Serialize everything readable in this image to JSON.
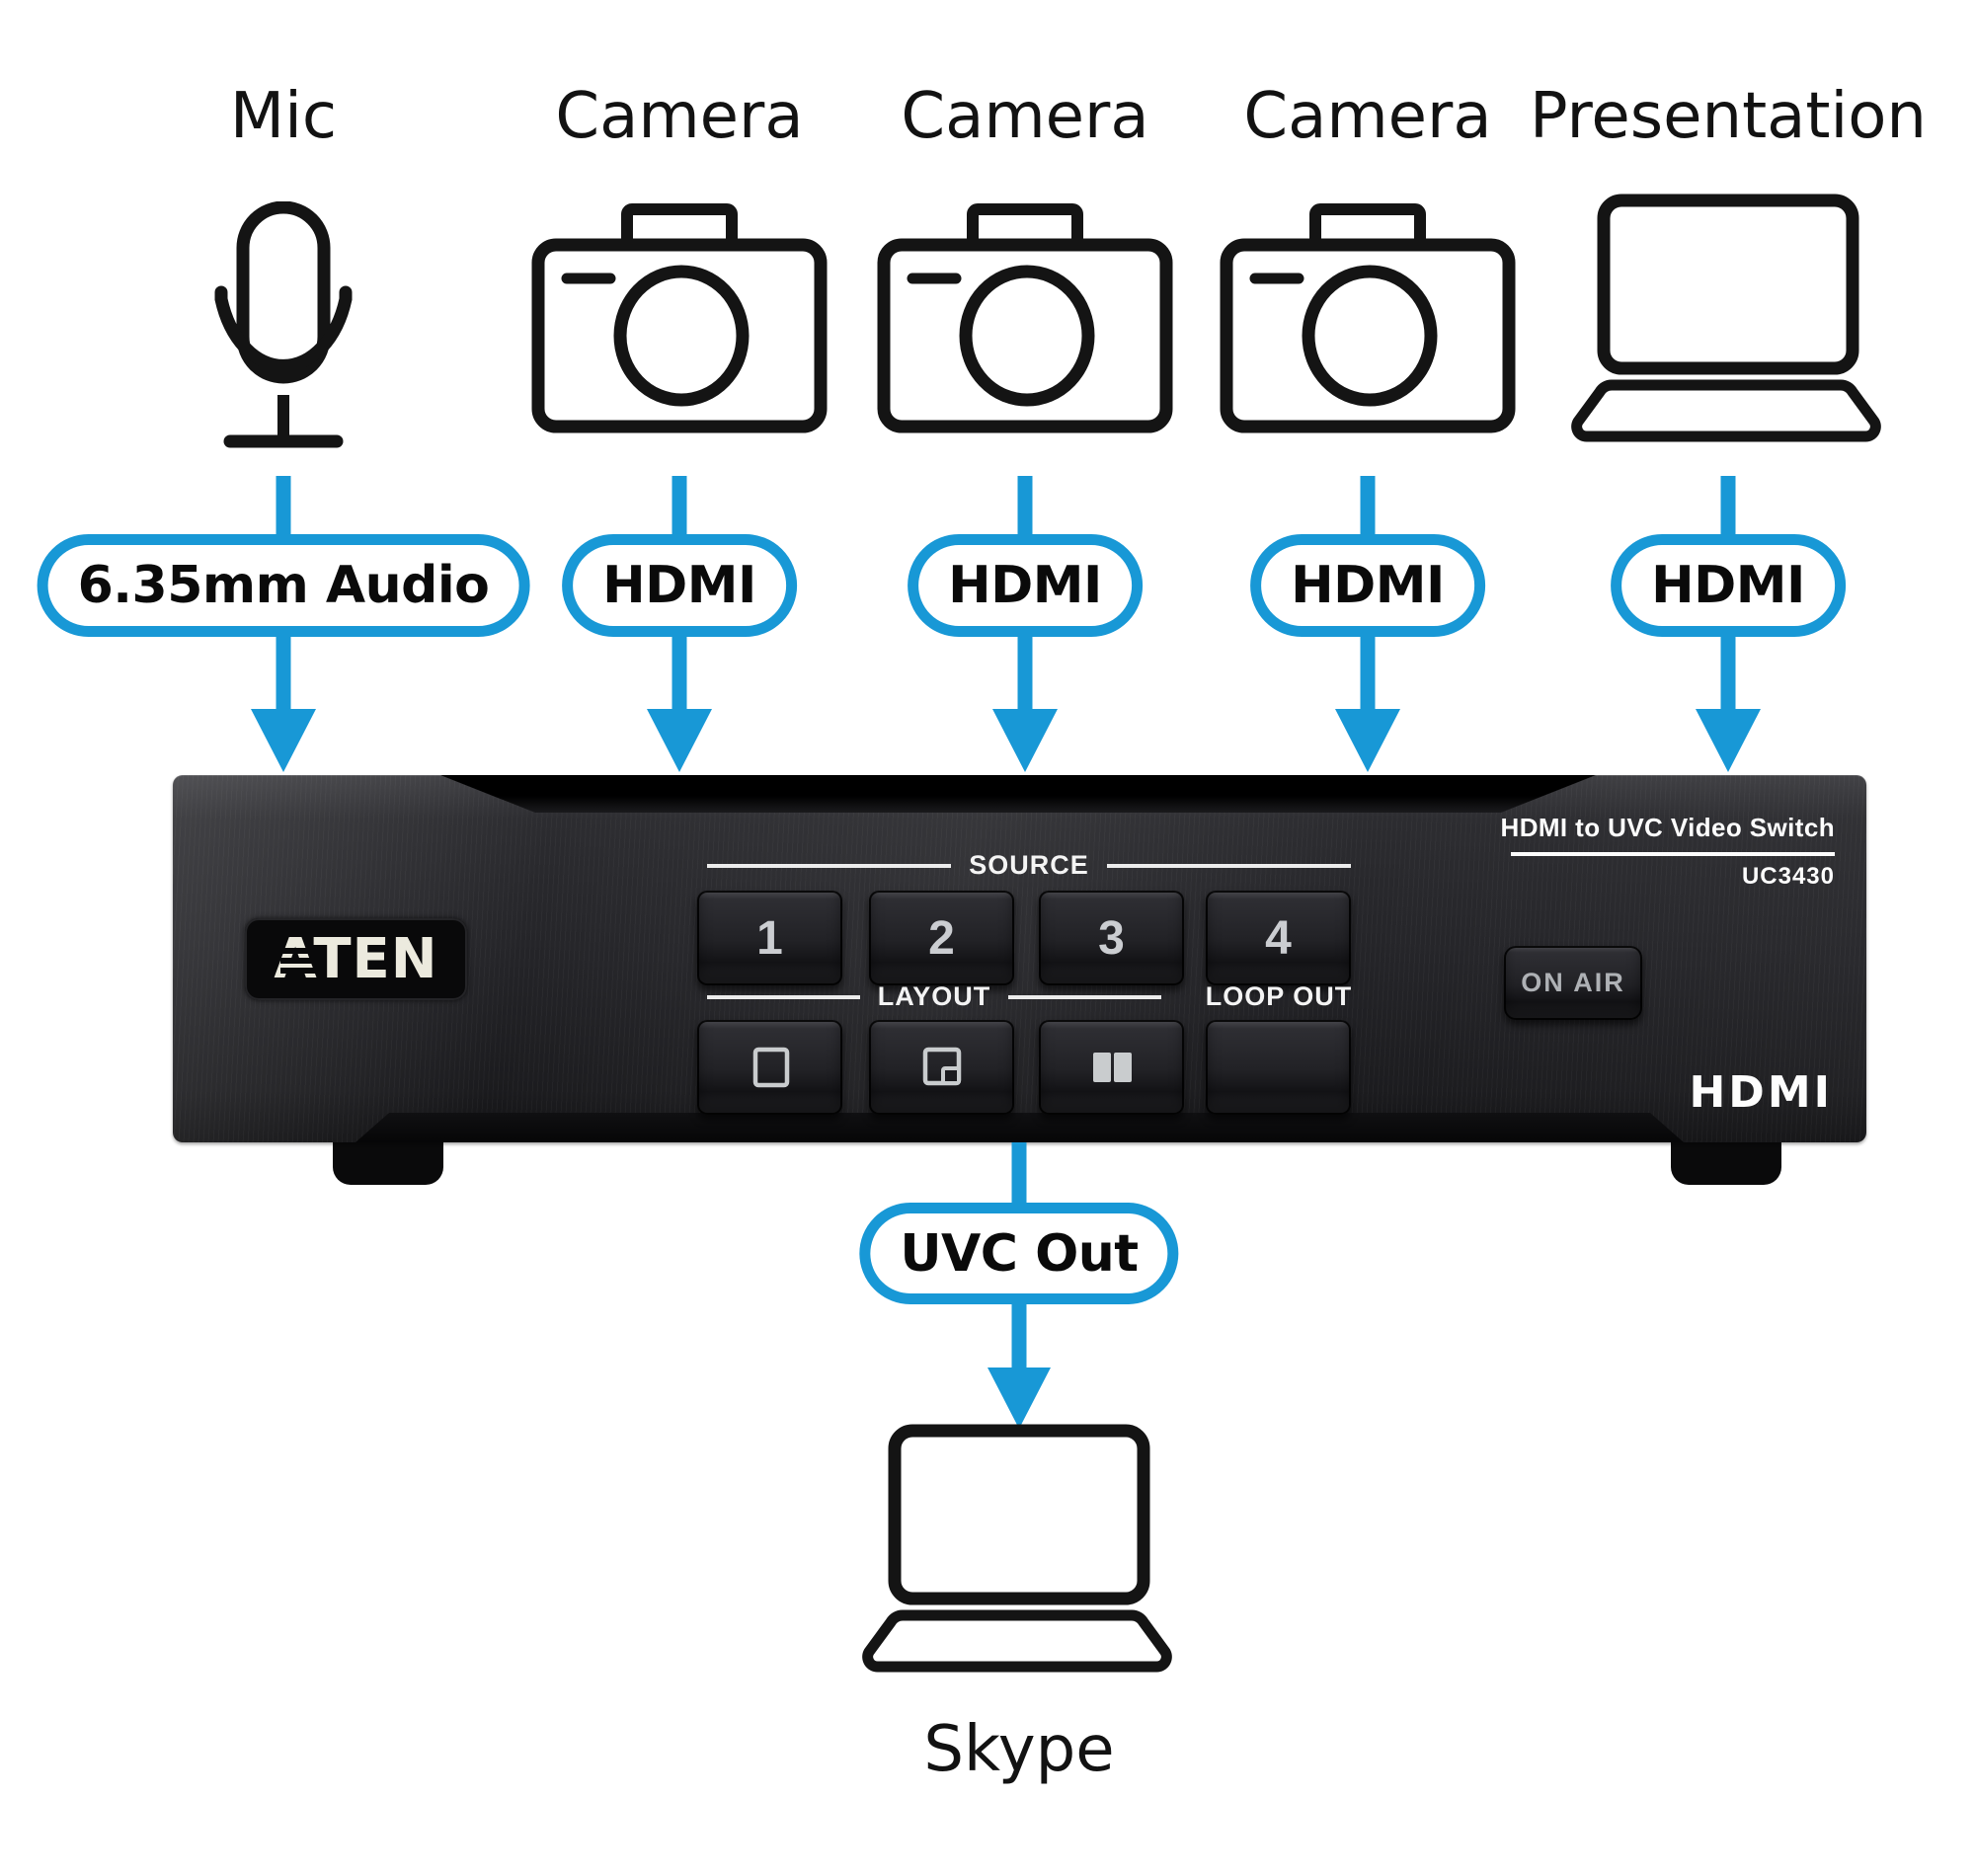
{
  "sources": [
    {
      "label": "Mic",
      "icon": "microphone-icon",
      "connector": "6.35mm Audio"
    },
    {
      "label": "Camera",
      "icon": "camera-icon",
      "connector": "HDMI"
    },
    {
      "label": "Camera",
      "icon": "camera-icon",
      "connector": "HDMI"
    },
    {
      "label": "Camera",
      "icon": "camera-icon",
      "connector": "HDMI"
    },
    {
      "label": "Presentation",
      "icon": "laptop-icon",
      "connector": "HDMI"
    }
  ],
  "device": {
    "brand": "ATEN",
    "product_title": "HDMI to UVC Video Switch",
    "model": "UC3430",
    "sections": {
      "source": "SOURCE",
      "layout": "LAYOUT",
      "loop_out": "LOOP OUT"
    },
    "source_buttons": [
      "1",
      "2",
      "3",
      "4"
    ],
    "layout_buttons": [
      "fullscreen",
      "picture-in-picture",
      "side-by-side"
    ],
    "on_air": "ON AIR",
    "hdmi_badge": "HDMI"
  },
  "output": {
    "connector": "UVC Out",
    "destination": "Skype",
    "icon": "laptop-icon"
  },
  "colors": {
    "accent": "#1898D6",
    "ink": "#121212"
  }
}
